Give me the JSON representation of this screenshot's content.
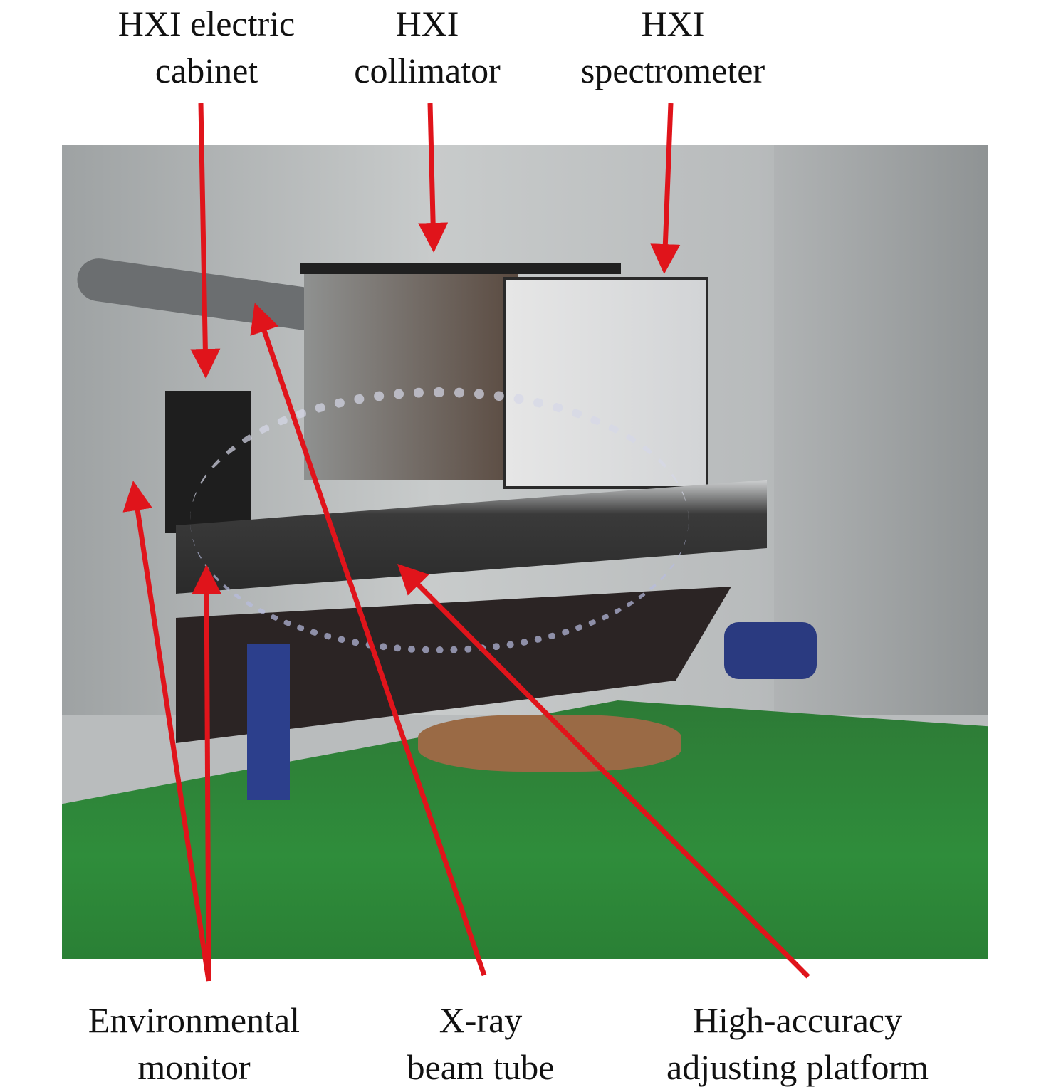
{
  "labels": {
    "electric_cabinet": [
      "HXI electric",
      "cabinet"
    ],
    "collimator": [
      "HXI",
      "collimator"
    ],
    "spectrometer": [
      "HXI",
      "spectrometer"
    ],
    "environmental_monitor": [
      "Environmental",
      "monitor"
    ],
    "beam_tube": [
      "X-ray",
      "beam tube"
    ],
    "platform": [
      "High-accuracy",
      "adjusting platform"
    ]
  },
  "colors": {
    "arrow": "#e0141b",
    "floor": "#2f8a3a",
    "wall": "#c3c6c6"
  }
}
